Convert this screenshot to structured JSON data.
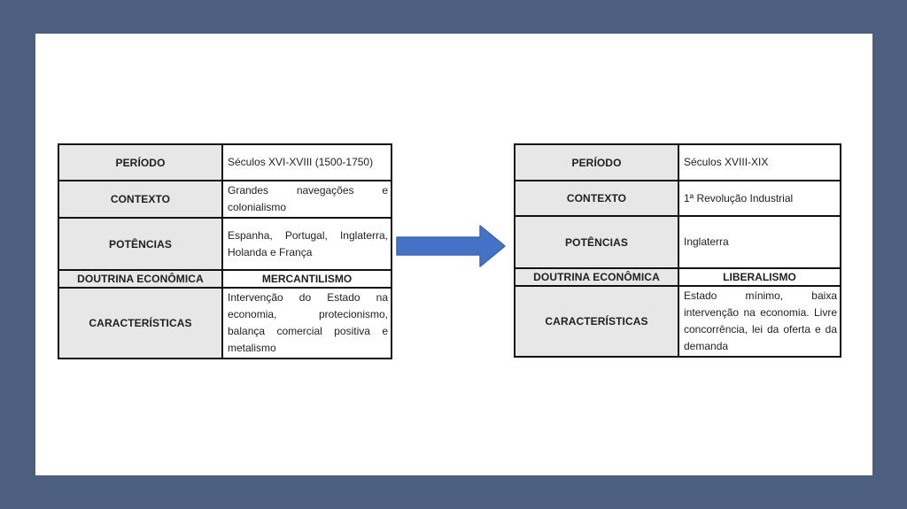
{
  "slide": {
    "outer_background": "#4D5F7E",
    "slide_background": "#FFFFFF",
    "arrow_color": "#4472C4"
  },
  "left_table": {
    "rows": [
      {
        "label": "PERÍODO",
        "value": "Séculos XVI-XVIII (1500-1750)"
      },
      {
        "label": "CONTEXTO",
        "value": "Grandes navegações e colonialismo"
      },
      {
        "label": "POTÊNCIAS",
        "value": "Espanha, Portugal, Inglaterra, Holanda e França"
      },
      {
        "label": "DOUTRINA ECONÔMICA",
        "value": "MERCANTILISMO"
      },
      {
        "label": "CARACTERÍSTICAS",
        "value": "Intervenção do Estado na economia, protecionismo, balança comercial positiva e metalismo"
      }
    ]
  },
  "right_table": {
    "rows": [
      {
        "label": "PERÍODO",
        "value": "Séculos XVIII-XIX"
      },
      {
        "label": "CONTEXTO",
        "value": "1ª Revolução Industrial"
      },
      {
        "label": "POTÊNCIAS",
        "value": "Inglaterra"
      },
      {
        "label": "DOUTRINA ECONÔMICA",
        "value": "LIBERALISMO"
      },
      {
        "label": "CARACTERÍSTICAS",
        "value": "Estado mínimo, baixa intervenção na economia. Livre concorrência, lei da oferta e da demanda"
      }
    ]
  }
}
